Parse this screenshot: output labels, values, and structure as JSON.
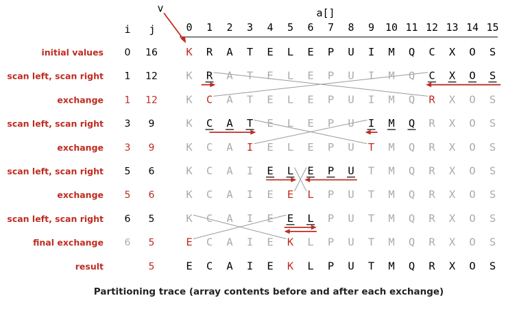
{
  "header": {
    "v_label": "v",
    "array_label": "a[]",
    "i_label": "i",
    "j_label": "j",
    "indices": [
      "0",
      "1",
      "2",
      "3",
      "4",
      "5",
      "6",
      "7",
      "8",
      "9",
      "10",
      "11",
      "12",
      "13",
      "14",
      "15"
    ]
  },
  "colors": {
    "red": "#bf2b20",
    "black": "#000000",
    "gray": "#aaaaaa",
    "red_light": "#d4695f"
  },
  "rows": [
    {
      "label": "initial values",
      "i": "0",
      "j": "16",
      "i_style": "black",
      "j_style": "black",
      "cells": [
        "K",
        "R",
        "A",
        "T",
        "E",
        "L",
        "E",
        "P",
        "U",
        "I",
        "M",
        "Q",
        "C",
        "X",
        "O",
        "S"
      ],
      "styles": [
        "red",
        "black",
        "black",
        "black",
        "black",
        "black",
        "black",
        "black",
        "black",
        "black",
        "black",
        "black",
        "black",
        "black",
        "black",
        "black"
      ],
      "underline": []
    },
    {
      "label": "scan left, scan right",
      "i": "1",
      "j": "12",
      "i_style": "black",
      "j_style": "black",
      "cells": [
        "K",
        "R",
        "A",
        "T",
        "E",
        "L",
        "E",
        "P",
        "U",
        "I",
        "M",
        "Q",
        "C",
        "X",
        "O",
        "S"
      ],
      "styles": [
        "gray",
        "black",
        "gray",
        "gray",
        "gray",
        "gray",
        "gray",
        "gray",
        "gray",
        "gray",
        "gray",
        "gray",
        "black",
        "black",
        "black",
        "black"
      ],
      "underline": [
        1,
        12,
        13,
        14,
        15
      ]
    },
    {
      "label": "exchange",
      "i": "1",
      "j": "12",
      "i_style": "red",
      "j_style": "red",
      "cells": [
        "K",
        "C",
        "A",
        "T",
        "E",
        "L",
        "E",
        "P",
        "U",
        "I",
        "M",
        "Q",
        "R",
        "X",
        "O",
        "S"
      ],
      "styles": [
        "gray",
        "red",
        "gray",
        "gray",
        "gray",
        "gray",
        "gray",
        "gray",
        "gray",
        "gray",
        "gray",
        "gray",
        "red",
        "gray",
        "gray",
        "gray"
      ],
      "underline": []
    },
    {
      "label": "scan left, scan right",
      "i": "3",
      "j": "9",
      "i_style": "black",
      "j_style": "black",
      "cells": [
        "K",
        "C",
        "A",
        "T",
        "E",
        "L",
        "E",
        "P",
        "U",
        "I",
        "M",
        "Q",
        "R",
        "X",
        "O",
        "S"
      ],
      "styles": [
        "gray",
        "black",
        "black",
        "black",
        "gray",
        "gray",
        "gray",
        "gray",
        "gray",
        "black",
        "black",
        "black",
        "gray",
        "gray",
        "gray",
        "gray"
      ],
      "underline": [
        1,
        2,
        3,
        9,
        10,
        11
      ]
    },
    {
      "label": "exchange",
      "i": "3",
      "j": "9",
      "i_style": "red",
      "j_style": "red",
      "cells": [
        "K",
        "C",
        "A",
        "I",
        "E",
        "L",
        "E",
        "P",
        "U",
        "T",
        "M",
        "Q",
        "R",
        "X",
        "O",
        "S"
      ],
      "styles": [
        "gray",
        "gray",
        "gray",
        "red",
        "gray",
        "gray",
        "gray",
        "gray",
        "gray",
        "red",
        "gray",
        "gray",
        "gray",
        "gray",
        "gray",
        "gray"
      ],
      "underline": []
    },
    {
      "label": "scan left, scan right",
      "i": "5",
      "j": "6",
      "i_style": "black",
      "j_style": "black",
      "cells": [
        "K",
        "C",
        "A",
        "I",
        "E",
        "L",
        "E",
        "P",
        "U",
        "T",
        "M",
        "Q",
        "R",
        "X",
        "O",
        "S"
      ],
      "styles": [
        "gray",
        "gray",
        "gray",
        "gray",
        "black",
        "black",
        "black",
        "black",
        "black",
        "gray",
        "gray",
        "gray",
        "gray",
        "gray",
        "gray",
        "gray"
      ],
      "underline": [
        4,
        5,
        6,
        7,
        8
      ]
    },
    {
      "label": "exchange",
      "i": "5",
      "j": "6",
      "i_style": "red",
      "j_style": "red",
      "cells": [
        "K",
        "C",
        "A",
        "I",
        "E",
        "E",
        "L",
        "P",
        "U",
        "T",
        "M",
        "Q",
        "R",
        "X",
        "O",
        "S"
      ],
      "styles": [
        "gray",
        "gray",
        "gray",
        "gray",
        "gray",
        "red",
        "red",
        "gray",
        "gray",
        "gray",
        "gray",
        "gray",
        "gray",
        "gray",
        "gray",
        "gray"
      ],
      "underline": []
    },
    {
      "label": "scan left, scan right",
      "i": "6",
      "j": "5",
      "i_style": "black",
      "j_style": "black",
      "cells": [
        "K",
        "C",
        "A",
        "I",
        "E",
        "E",
        "L",
        "P",
        "U",
        "T",
        "M",
        "Q",
        "R",
        "X",
        "O",
        "S"
      ],
      "styles": [
        "gray",
        "gray",
        "gray",
        "gray",
        "gray",
        "black",
        "black",
        "gray",
        "gray",
        "gray",
        "gray",
        "gray",
        "gray",
        "gray",
        "gray",
        "gray"
      ],
      "underline": [
        5,
        6
      ]
    },
    {
      "label": "final exchange",
      "i": "6",
      "j": "5",
      "i_style": "gray",
      "j_style": "red",
      "cells": [
        "E",
        "C",
        "A",
        "I",
        "E",
        "K",
        "L",
        "P",
        "U",
        "T",
        "M",
        "Q",
        "R",
        "X",
        "O",
        "S"
      ],
      "styles": [
        "red",
        "gray",
        "gray",
        "gray",
        "gray",
        "red",
        "gray",
        "gray",
        "gray",
        "gray",
        "gray",
        "gray",
        "gray",
        "gray",
        "gray",
        "gray"
      ],
      "underline": []
    },
    {
      "label": "result",
      "i": "",
      "j": "5",
      "i_style": "black",
      "j_style": "red",
      "cells": [
        "E",
        "C",
        "A",
        "I",
        "E",
        "K",
        "L",
        "P",
        "U",
        "T",
        "M",
        "Q",
        "R",
        "X",
        "O",
        "S"
      ],
      "styles": [
        "black",
        "black",
        "black",
        "black",
        "black",
        "red",
        "black",
        "black",
        "black",
        "black",
        "black",
        "black",
        "black",
        "black",
        "black",
        "black"
      ],
      "underline": []
    }
  ],
  "caption": "Partitioning trace (array contents before and after each exchange)"
}
